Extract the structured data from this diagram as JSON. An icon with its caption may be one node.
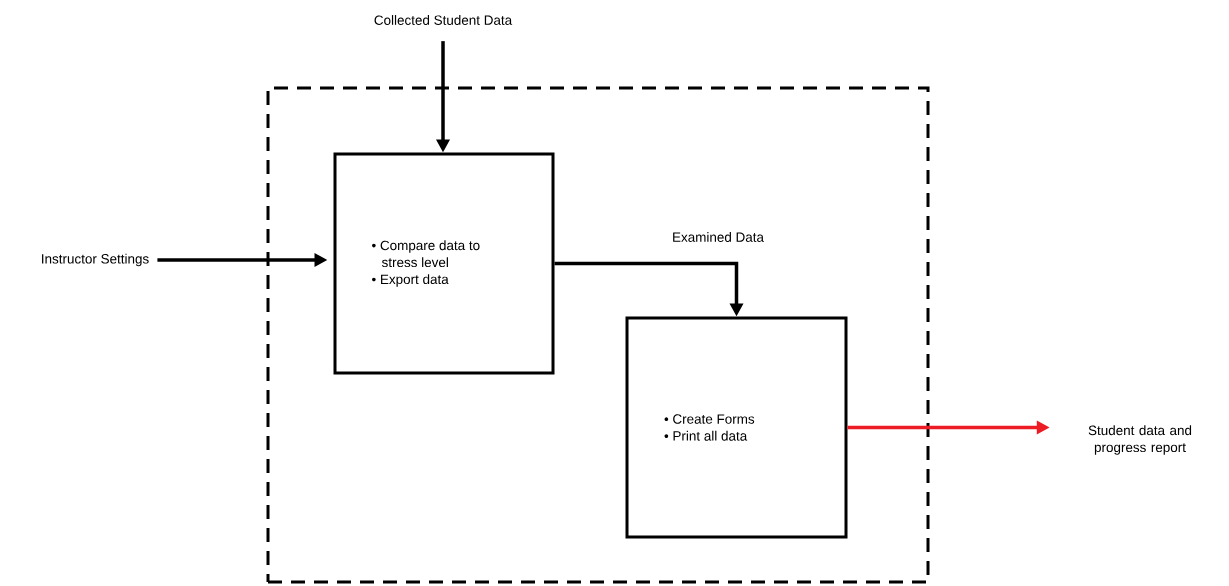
{
  "diagram": {
    "nodes": [
      {
        "text": [],
        "shape": "box"
      },
      {
        "text": [
          "Collected Student Data"
        ]
      },
      {
        "text": [
          "Instructor Settings"
        ]
      },
      {
        "text": [
          "• Compare data to stress level",
          "• Export data"
        ],
        "in": 0
      },
      {
        "text": [
          "• Create Forms",
          "• Print all data"
        ],
        "in": 0
      },
      {
        "text": [
          "Student data and progress report"
        ]
      }
    ],
    "edges": [
      {
        "from": 1,
        "to": 3,
        "arrow": "to"
      },
      {
        "from": 2,
        "to": 3,
        "arrow": "to"
      },
      {
        "from": 3,
        "to": 4,
        "arrow": "to",
        "label": "Examined Data"
      },
      {
        "from": 4,
        "to": 5,
        "arrow": "to",
        "color": "#ed1c24"
      }
    ]
  }
}
